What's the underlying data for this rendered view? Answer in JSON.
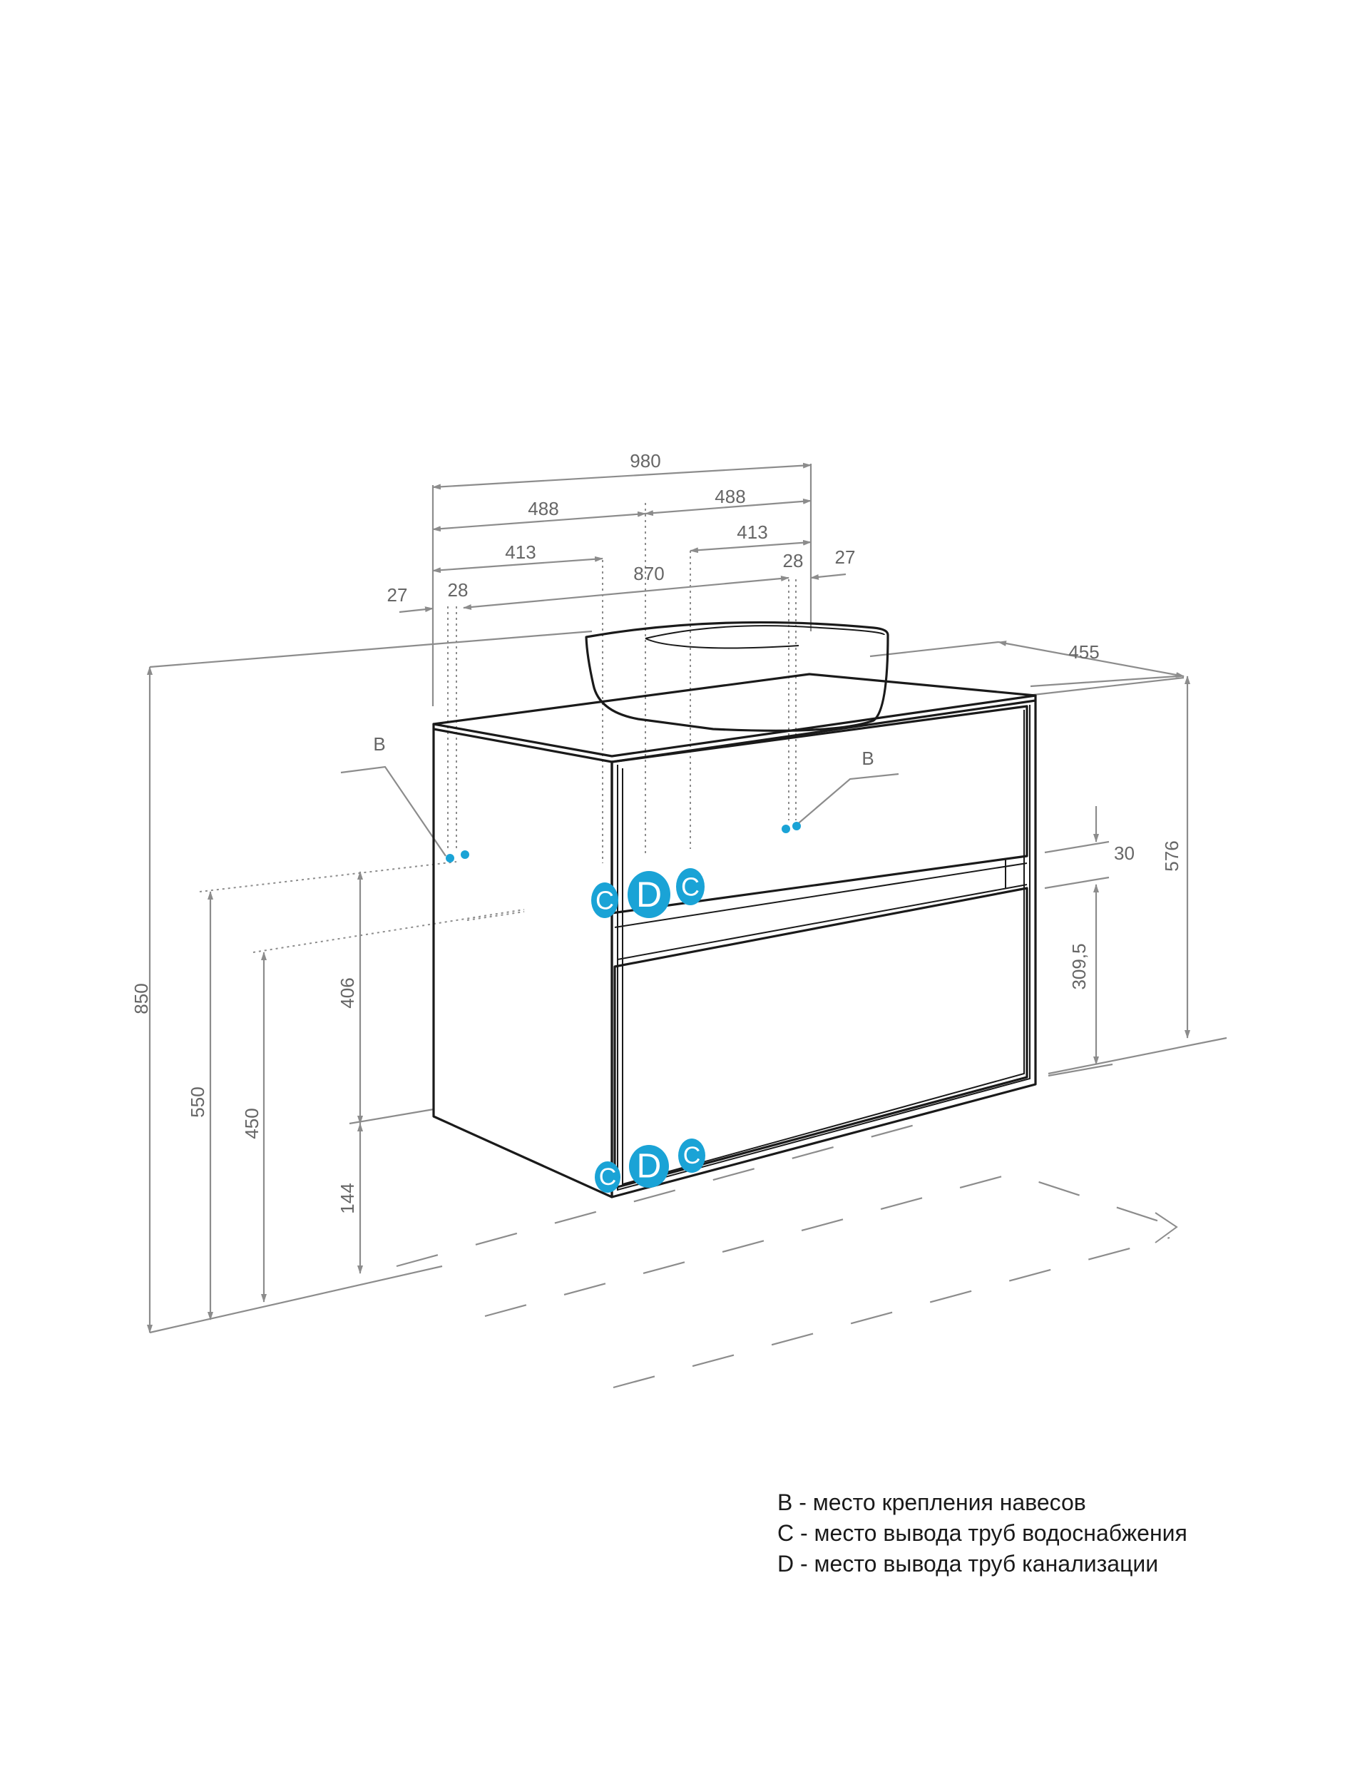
{
  "dimensions": {
    "total_width": "980",
    "half_left": "488",
    "half_right": "488",
    "offset_left": "413",
    "offset_right": "413",
    "inner_width": "870",
    "edge_left": "27",
    "edge_right": "27",
    "hole_left": "28",
    "hole_right": "28",
    "depth": "455",
    "total_height": "850",
    "body_height": "576",
    "height_550": "550",
    "height_450": "450",
    "height_406": "406",
    "height_144": "144",
    "drawer_height": "309,5",
    "gap": "30"
  },
  "markers": {
    "b_left": "B",
    "b_right": "B",
    "c": "C",
    "d": "D"
  },
  "legend": [
    "B - место крепления навесов",
    "C - место вывода труб водоснабжения",
    "D - место вывода труб канализации"
  ],
  "colors": {
    "outline": "#1a1a1a",
    "dimension": "#8c8c8c",
    "marker": "#1aa3d6"
  }
}
